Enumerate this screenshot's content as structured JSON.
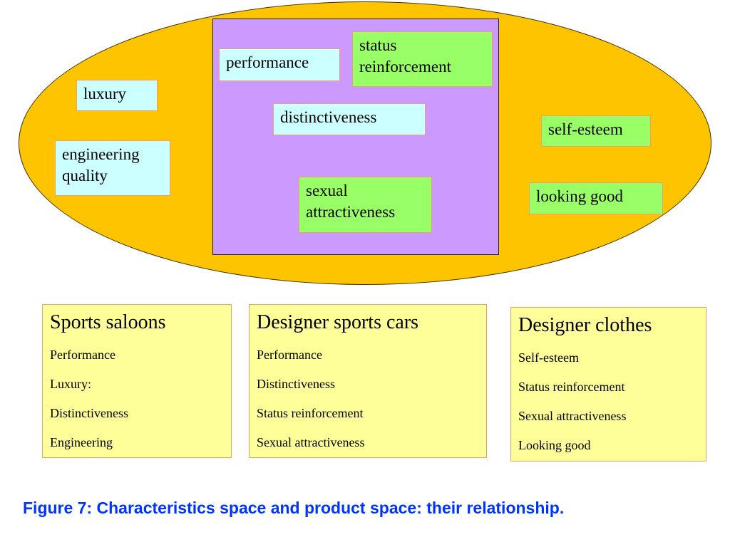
{
  "diagram": {
    "characteristics": {
      "performance": "performance",
      "status_reinforcement_line1": "status",
      "status_reinforcement_line2": "reinforcement",
      "luxury": "luxury",
      "distinctiveness": "distinctiveness",
      "self_esteem": "self-esteem",
      "engineering_quality_line1": "engineering",
      "engineering_quality_line2": "quality",
      "sexual_attractiveness_line1": "sexual",
      "sexual_attractiveness_line2": "attractiveness",
      "looking_good": "looking good"
    },
    "colors": {
      "outer_space": "#ffc400",
      "inner_space": "#cc99ff",
      "cyan_tag": "#ccffff",
      "green_tag": "#99ff66",
      "panel": "#ffff99",
      "caption": "#0033ff"
    }
  },
  "products": [
    {
      "title": "Sports saloons",
      "items": [
        "Performance",
        "Luxury:",
        "Distinctiveness",
        "Engineering"
      ]
    },
    {
      "title": "Designer sports cars",
      "items": [
        "Performance",
        "Distinctiveness",
        "Status reinforcement",
        "Sexual attractiveness"
      ]
    },
    {
      "title": "Designer clothes",
      "items": [
        "Self-esteem",
        "Status reinforcement",
        "Sexual attractiveness",
        "Looking good"
      ]
    }
  ],
  "caption": "Figure 7: Characteristics space and product space: their relationship."
}
